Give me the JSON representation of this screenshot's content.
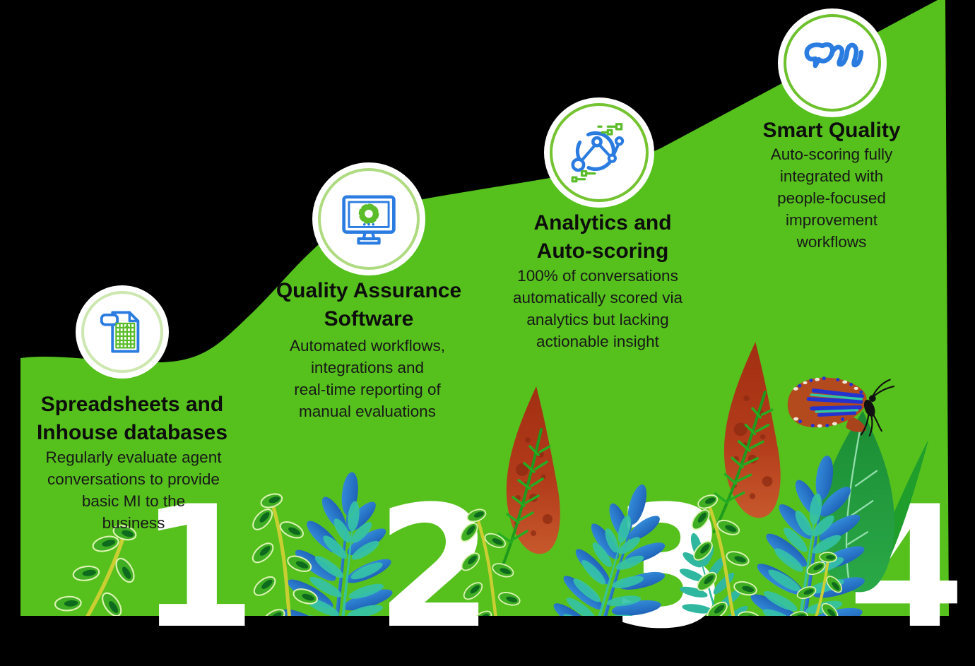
{
  "colors": {
    "page_background": "#000000",
    "slope_green": "#56c11d",
    "circle_white": "#ffffff",
    "heading_text": "#0d0d0d",
    "body_text": "#181818",
    "icon_blue": "#2b7ce0",
    "icon_green": "#5cbd2b",
    "number_white": "#ffffff"
  },
  "stages": [
    {
      "number": "1",
      "ring_color": "#cde7b0",
      "icon": "spreadsheet-icon",
      "title": "Spreadsheets and\nInhouse databases",
      "description": "Regularly evaluate agent\nconversations to provide\nbasic MI to the\nbusiness"
    },
    {
      "number": "2",
      "ring_color": "#aeda80",
      "icon": "qa-software-monitor-gear-icon",
      "title": "Quality Assurance\nSoftware",
      "description": "Automated workflows,\nintegrations and\nreal-time reporting of\nmanual evaluations"
    },
    {
      "number": "3",
      "ring_color": "#74c331",
      "icon": "analytics-network-icon",
      "title": "Analytics and\nAuto-scoring",
      "description": "100% of conversations\nautomatically scored via\nanalytics but lacking\nactionable insight"
    },
    {
      "number": "4",
      "ring_color": "#6cc12d",
      "icon": "smart-quality-scribble-icon",
      "title": "Smart Quality",
      "description": "Auto-scoring fully\nintegrated with\npeople-focused\nimprovement workflows"
    }
  ]
}
